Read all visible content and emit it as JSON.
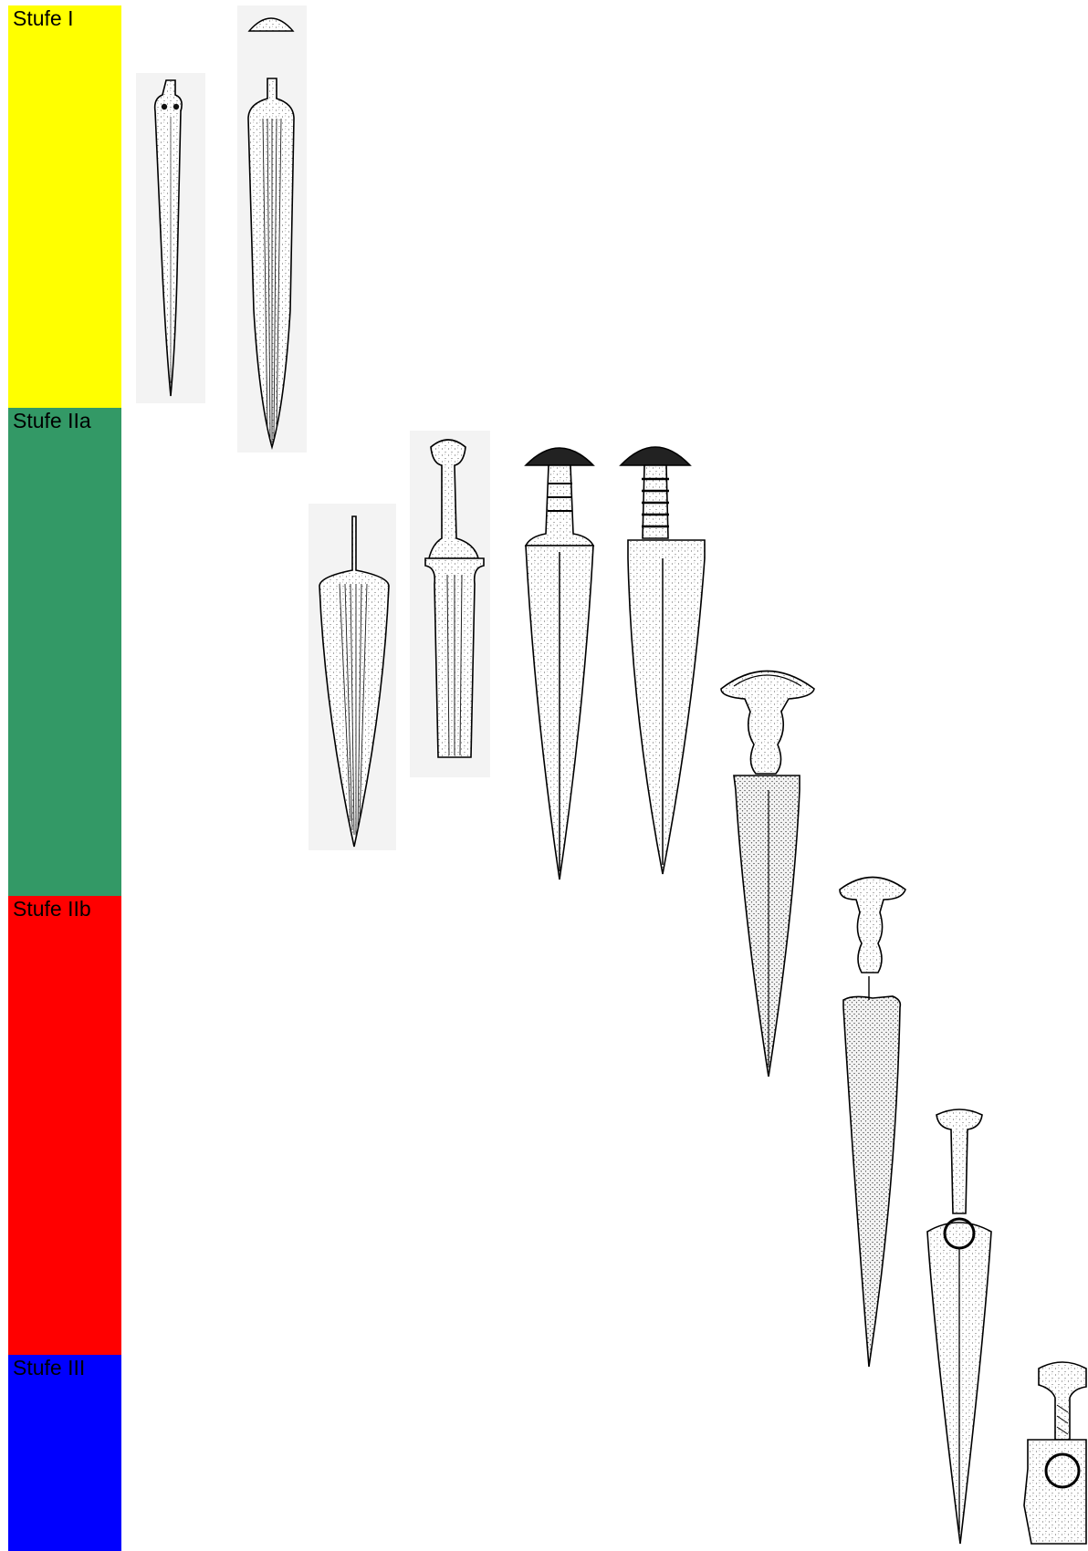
{
  "stages": [
    {
      "label": "Stufe I",
      "color": "#ffff00"
    },
    {
      "label": "Stufe IIa",
      "color": "#339966"
    },
    {
      "label": "Stufe IIb",
      "color": "#ff0000"
    },
    {
      "label": "Stufe III",
      "color": "#0000ff"
    }
  ],
  "artifacts": [
    {
      "name": "dagger-riveted-stufe-1",
      "type": "riveted-blade"
    },
    {
      "name": "dagger-ribbed-tanged-stufe-1",
      "type": "ribbed-tanged",
      "with_pommel": true
    },
    {
      "name": "dagger-ribbed-short-stufe-2a",
      "type": "ribbed-short"
    },
    {
      "name": "dagger-knob-hilt-stufe-2a",
      "type": "knob-hilt"
    },
    {
      "name": "dagger-disc-hilt-stufe-2a",
      "type": "disc-hilt"
    },
    {
      "name": "dagger-disc-hilt-ribbed-stufe-2a",
      "type": "disc-hilt-ribbed"
    },
    {
      "name": "dagger-t-hilt-stufe-2b",
      "type": "t-hilt"
    },
    {
      "name": "dagger-t-hilt-long-stufe-2b",
      "type": "t-hilt-long"
    },
    {
      "name": "dagger-ring-hilt-stufe-3",
      "type": "ring-hilt"
    },
    {
      "name": "dagger-fragment-stufe-3",
      "type": "fragment"
    }
  ]
}
